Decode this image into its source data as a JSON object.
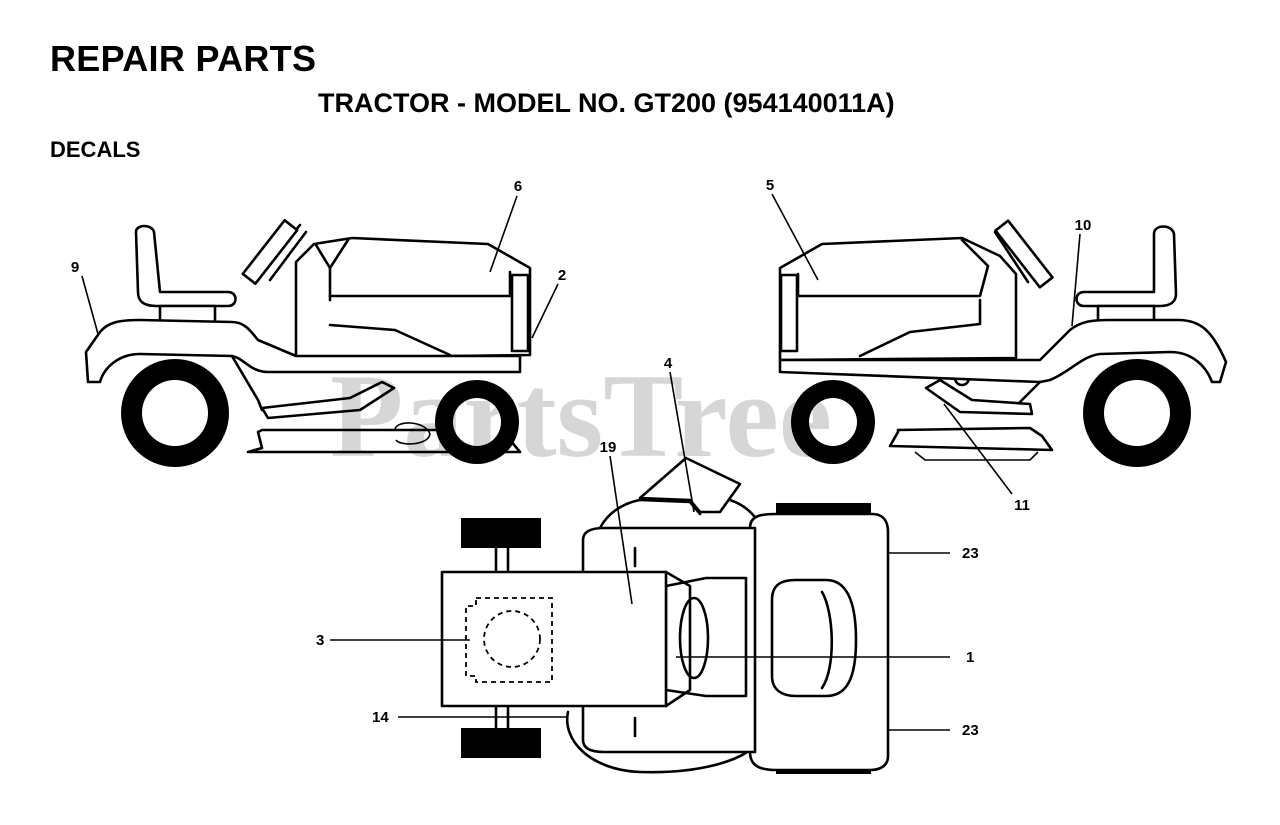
{
  "header": {
    "title": "REPAIR PARTS",
    "subtitle": "TRACTOR - MODEL NO. GT200 (954140011A)",
    "section": "DECALS"
  },
  "watermark": "PartsTree",
  "callouts": {
    "c6": "6",
    "c9": "9",
    "c2": "2",
    "c5": "5",
    "c10": "10",
    "c4": "4",
    "c19": "19",
    "c11": "11",
    "c23_top": "23",
    "c3": "3",
    "c1": "1",
    "c14": "14",
    "c23_bottom": "23"
  }
}
